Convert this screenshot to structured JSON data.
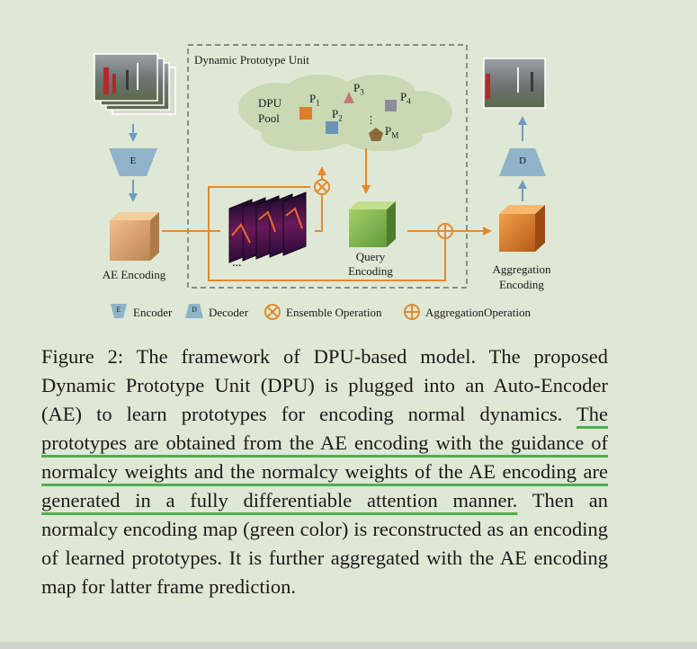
{
  "diagram": {
    "dpu_title": "Dynamic Prototype Unit",
    "pool_label_1": "DPU",
    "pool_label_2": "Pool",
    "prototypes": {
      "p1": "P",
      "p1_sub": "1",
      "p2": "P",
      "p2_sub": "2",
      "p3": "P",
      "p3_sub": "3",
      "p4": "P",
      "p4_sub": "4",
      "pm": "P",
      "pm_sub": "M"
    },
    "pool_ellipsis": "⋮",
    "encoder_letter": "E",
    "decoder_letter": "D",
    "ae_encoding_label": "AE Encoding",
    "query_encoding_label_1": "Query",
    "query_encoding_label_2": "Encoding",
    "aggregation_encoding_label_1": "Aggregation",
    "aggregation_encoding_label_2": "Encoding",
    "stack_ellipsis": "...",
    "legend": {
      "encoder": "Encoder",
      "decoder": "Decoder",
      "ensemble": "Ensemble Operation",
      "aggregation": "AggregationOperation"
    },
    "colors": {
      "arrow_orange": "#e38a2e",
      "arrow_blue": "#6f9cc4",
      "trapezoid": "#8fb3c9",
      "cloud": "#c8d9b4",
      "p1": "#e07b2c",
      "p2": "#6b93b4",
      "p3": "#c47a7a",
      "p4": "#8d8d9c",
      "pm": "#8a6a3a"
    }
  },
  "caption": {
    "part1": "Figure 2: The framework of DPU-based model. The proposed Dynamic Prototype Unit (DPU) is plugged into an Auto-Encoder (AE) to learn prototypes for encoding normal dynamics. ",
    "highlight": "The prototypes are obtained from the AE encoding with the guidance of normalcy weights and the normalcy weights of the AE encoding are generated in a fully differentiable attention manner.",
    "part2": " Then an normalcy encoding map (green color) is reconstructed as an encoding of learned prototypes. It is further aggregated with the AE encoding map for latter frame prediction."
  }
}
